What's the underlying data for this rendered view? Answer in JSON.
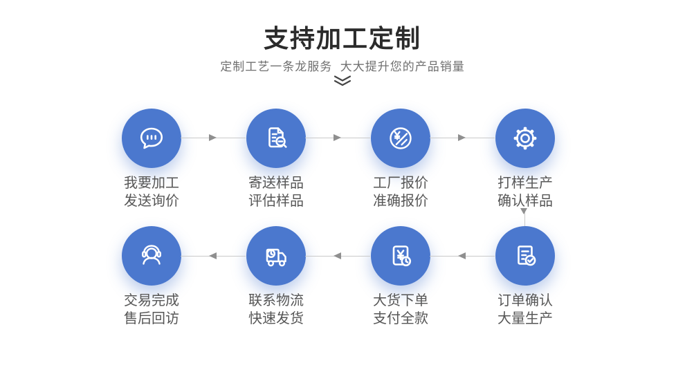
{
  "header": {
    "title": "支持加工定制",
    "subtitle": "定制工艺一条龙服务  大大提升您的产品销量",
    "chevron_icon": "double-chevron-down-icon"
  },
  "theme": {
    "circle_blue": "#4b78ce",
    "icon_stroke": "#ffffff",
    "title_color": "#2b2b2b",
    "subtitle_color": "#6f6f6f",
    "label_color": "#565656",
    "arrow_line_color": "#c9c9c9",
    "arrow_head_color": "#8f8f8f",
    "background": "#ffffff"
  },
  "steps": [
    {
      "icon": "chat-bubble-icon",
      "line1": "我要加工",
      "line2": "发送询价"
    },
    {
      "icon": "document-search-icon",
      "line1": "寄送样品",
      "line2": "评估样品"
    },
    {
      "icon": "price-quote-icon",
      "line1": "工厂报价",
      "line2": "准确报价"
    },
    {
      "icon": "gear-icon",
      "line1": "打样生产",
      "line2": "确认样品"
    },
    {
      "icon": "order-confirm-icon",
      "line1": "订单确认",
      "line2": "大量生产"
    },
    {
      "icon": "payment-icon",
      "line1": "大货下单",
      "line2": "支付全款"
    },
    {
      "icon": "truck-icon",
      "line1": "联系物流",
      "line2": "快速发货"
    },
    {
      "icon": "headset-service-icon",
      "line1": "交易完成",
      "line2": "售后回访"
    }
  ],
  "flow": {
    "row1_direction": "left-to-right",
    "row2_direction": "right-to-left",
    "connector": "row1 step4 down to row2 step5"
  }
}
